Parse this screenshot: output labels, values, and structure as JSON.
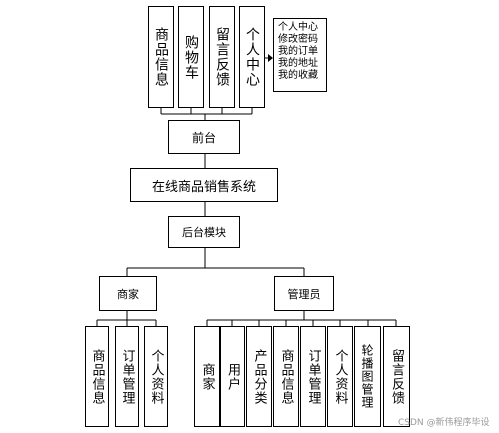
{
  "frontend_modules": [
    "商品信息",
    "购物车",
    "留言反馈",
    "个人中心"
  ],
  "personal_center_note": [
    "个人中心",
    "修改密码",
    "我的订单",
    "我的地址",
    "我的收藏"
  ],
  "frontend": "前台",
  "system": "在线商品销售系统",
  "backend": "后台模块",
  "merchant": "商家",
  "admin": "管理员",
  "merchant_modules": [
    "商品信息",
    "订单管理",
    "个人资料"
  ],
  "admin_modules": [
    "商家",
    "用户",
    "产品分类",
    "商品信息",
    "订单管理",
    "个人资料",
    "轮播图管理",
    "留言反馈"
  ],
  "watermark": "CSDN @新伟程序毕设"
}
